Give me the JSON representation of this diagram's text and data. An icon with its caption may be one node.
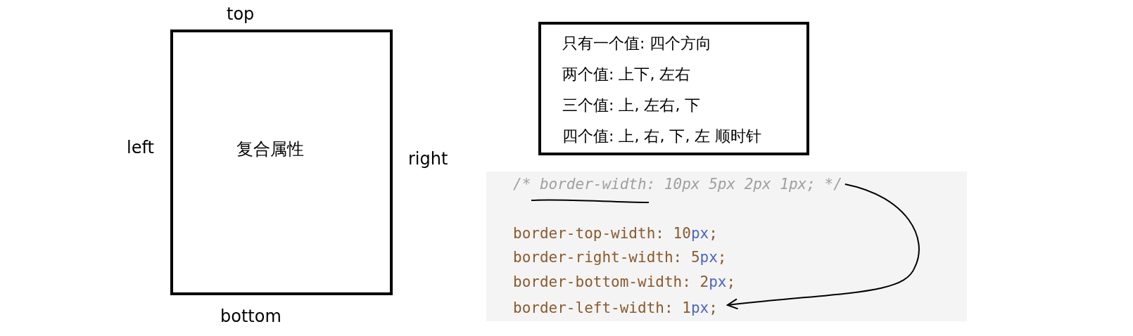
{
  "diagram": {
    "nodes": [
      {
        "text": [
          "复合属性"
        ]
      },
      {
        "text": [
          "只有一个值:  四个方向",
          "两个值:  上下, 左右",
          "三个值: 上, 左右, 下",
          "四个值: 上, 右, 下, 左    顺时针"
        ]
      },
      {
        "text": [
          "/* border-width: 10px 5px 2px 1px; */"
        ]
      },
      {
        "text": [
          "border-top-width: 10px;"
        ]
      },
      {
        "text": [
          "border-right-width: 5px;"
        ]
      },
      {
        "text": [
          "border-bottom-width: 2px;"
        ]
      },
      {
        "text": [
          "border-left-width: 1px;"
        ]
      }
    ],
    "edges": [
      {
        "from": 2,
        "to": 6,
        "arrow": "to"
      }
    ],
    "labels": [
      "top",
      "left",
      "right",
      "bottom"
    ]
  }
}
